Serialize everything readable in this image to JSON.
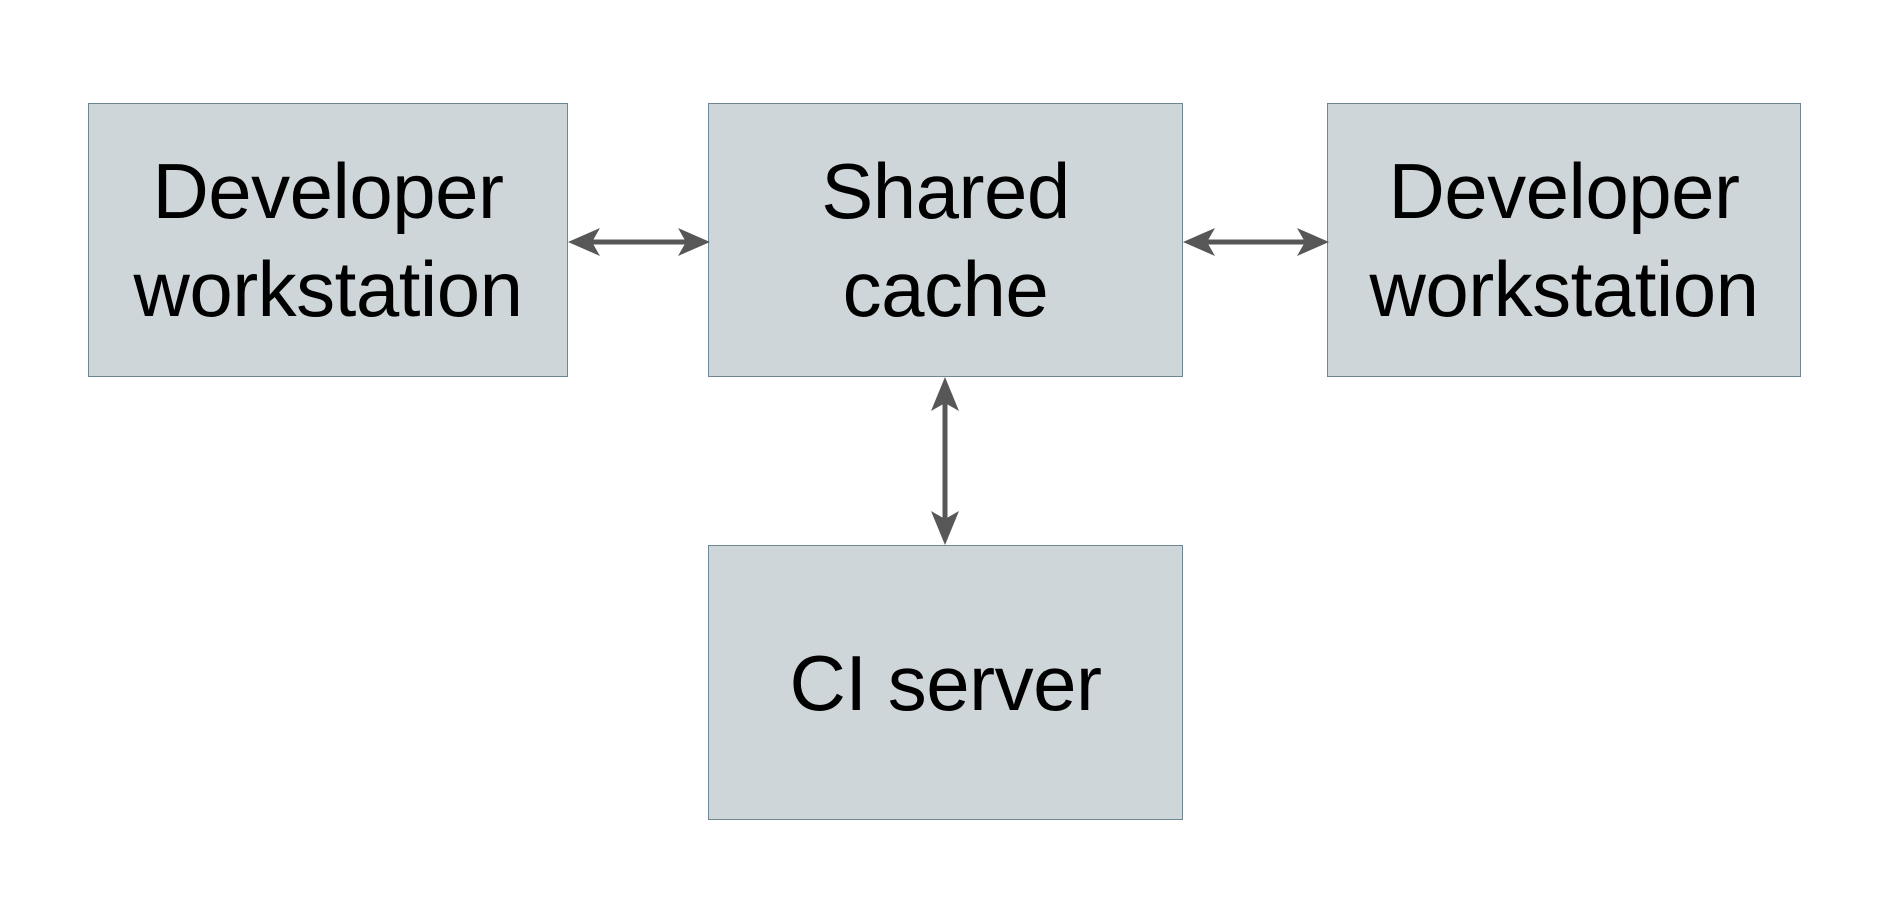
{
  "diagram": {
    "type": "block-diagram",
    "background_color": "#ffffff",
    "node_fill_color": "#ced6d9",
    "node_border_color": "#6e8793",
    "edge_color": "#575757",
    "text_color": "#000000",
    "nodes": [
      {
        "id": "dev-left",
        "label": "Developer\nworkstation"
      },
      {
        "id": "shared",
        "label": "Shared\ncache"
      },
      {
        "id": "dev-right",
        "label": "Developer\nworkstation"
      },
      {
        "id": "ci",
        "label": "CI server"
      }
    ],
    "edges": [
      {
        "id": "edge-left",
        "from": "dev-left",
        "to": "shared",
        "direction": "bidirectional",
        "orientation": "horizontal"
      },
      {
        "id": "edge-right",
        "from": "shared",
        "to": "dev-right",
        "direction": "bidirectional",
        "orientation": "horizontal"
      },
      {
        "id": "edge-bottom",
        "from": "shared",
        "to": "ci",
        "direction": "bidirectional",
        "orientation": "vertical"
      }
    ]
  }
}
